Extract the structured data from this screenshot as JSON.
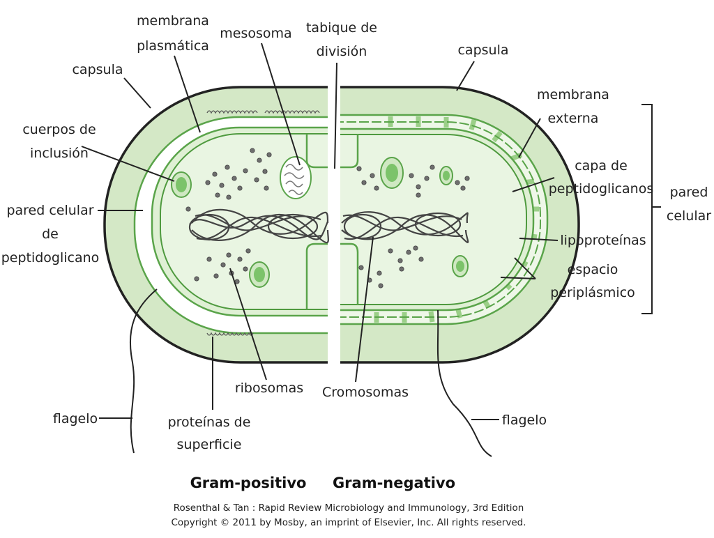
{
  "labels": {
    "membrana_plasmatica": [
      "membrana",
      "plasmática"
    ],
    "mesosoma": "mesosoma",
    "tabique": [
      "tabique de",
      "división"
    ],
    "capsula_left": "capsula",
    "capsula_right": "capsula",
    "membrana_externa": [
      "membrana",
      "externa"
    ],
    "cuerpos_inclusion": [
      "cuerpos de",
      "inclusión"
    ],
    "capa_peptidoglicanos": [
      "capa de",
      "peptidoglicanos"
    ],
    "pared_celular_peptidoglicano": [
      "pared celular",
      "de",
      "peptidoglicano"
    ],
    "pared_celular": [
      "pared",
      "celular"
    ],
    "lipoproteinas": "lipoproteínas",
    "espacio_periplasmico": [
      "espacio",
      "periplásmico"
    ],
    "ribosomas": "ribosomas",
    "cromosomas": "Cromosomas",
    "flagelo_left": "flagelo",
    "flagelo_right": "flagelo",
    "proteinas_superficie": [
      "proteínas de",
      "superficie"
    ]
  },
  "titles": {
    "gram_positive": "Gram-positivo",
    "gram_negative": "Gram-negativo"
  },
  "citation": {
    "line1": "Rosenthal & Tan : Rapid Review Microbiology and Immunology, 3rd Edition",
    "line2": "Copyright © 2011 by Mosby, an imprint of Elsevier, Inc. All rights reserved."
  },
  "colors": {
    "capsule_fill": "#d4e8c6",
    "outline": "#222222",
    "membrane_green": "#5aa44a",
    "cytoplasm": "#e9f5e2",
    "inclusion": "#7cc36a"
  }
}
